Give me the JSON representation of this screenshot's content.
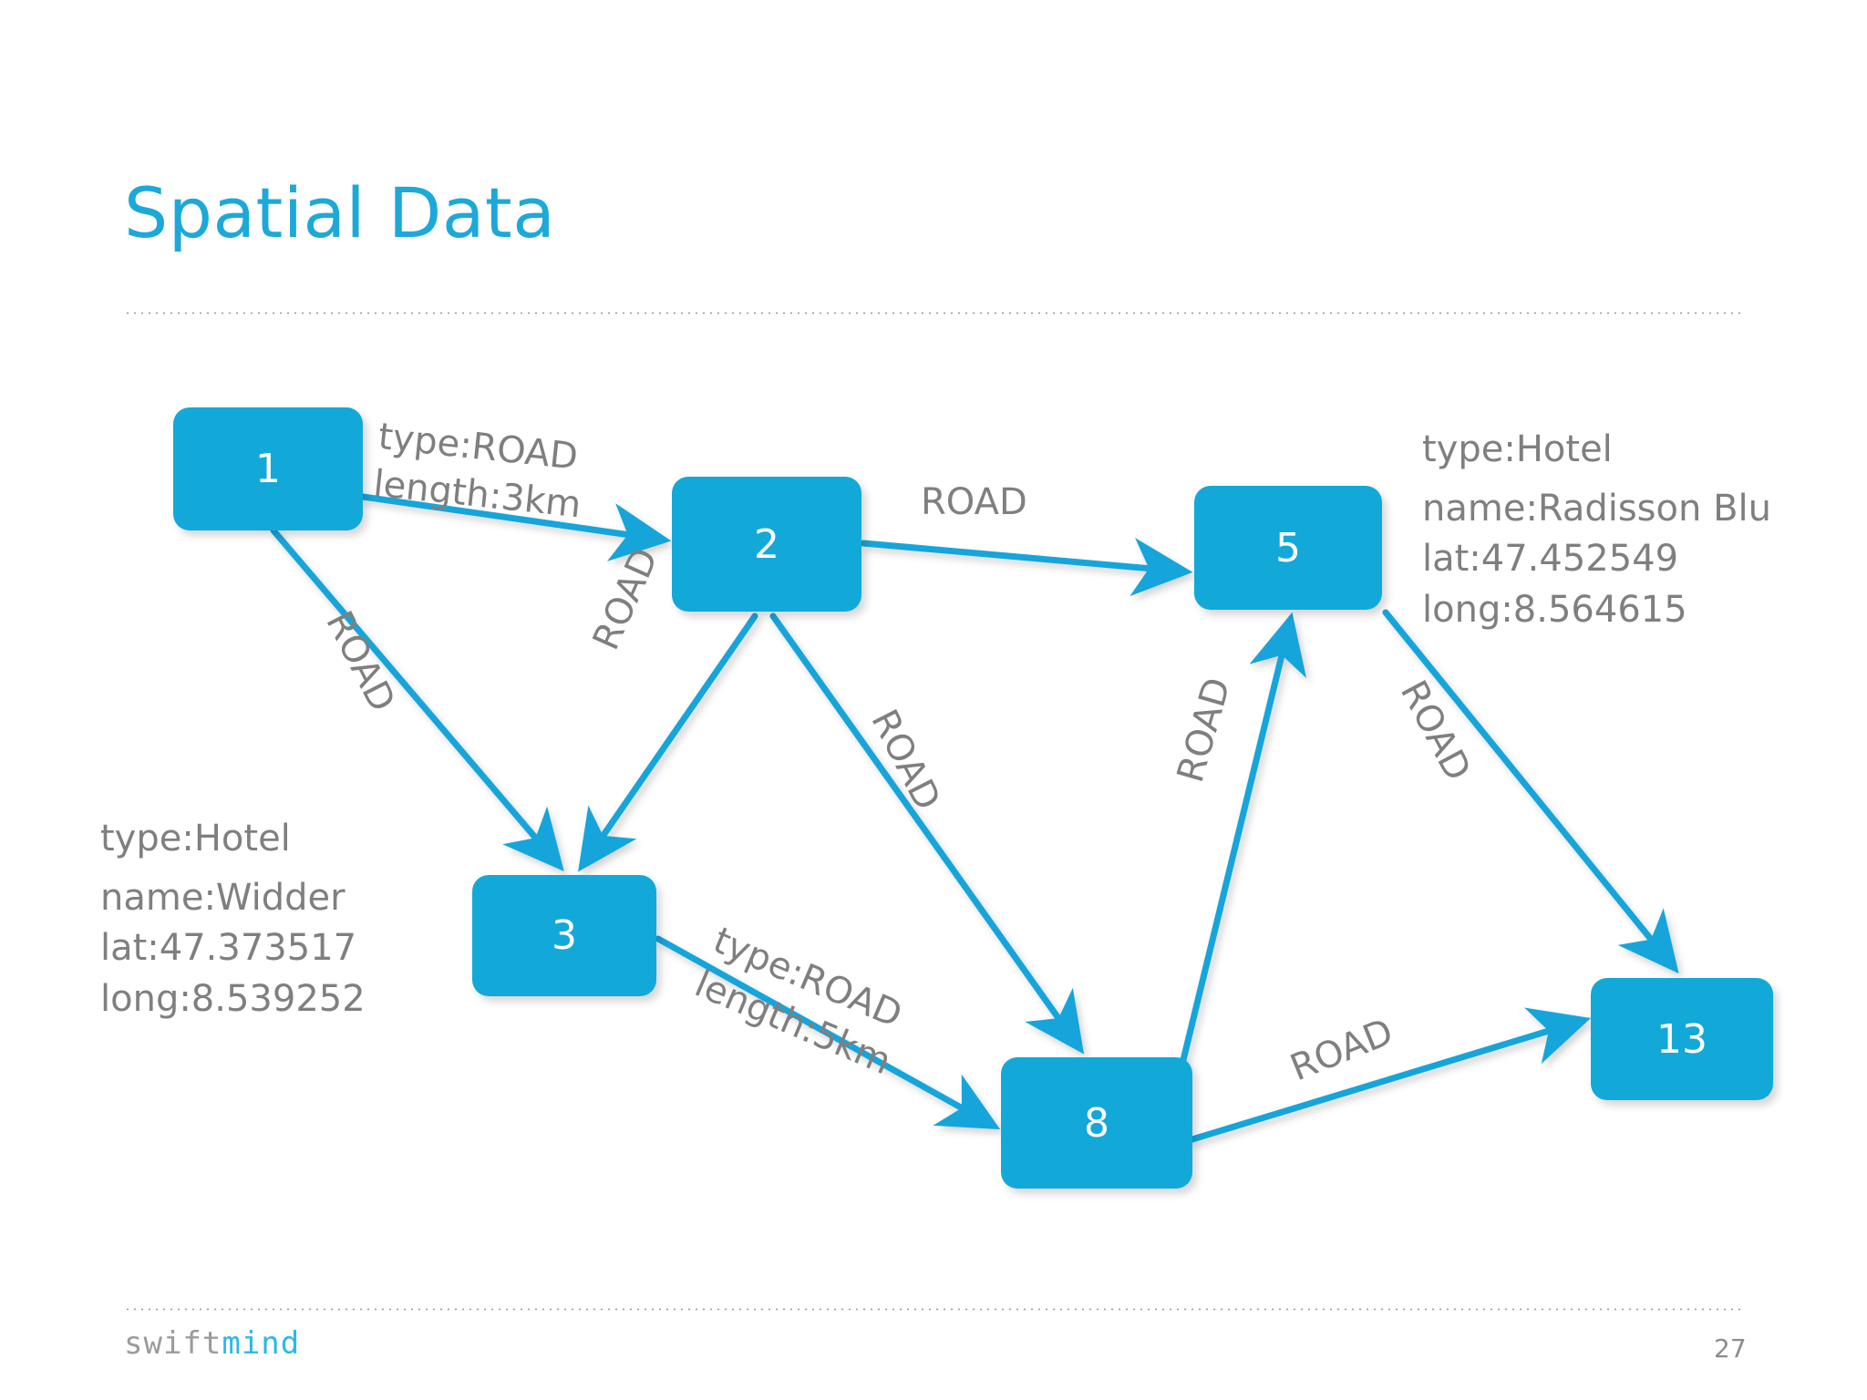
{
  "slide": {
    "title": "Spatial Data",
    "page_number": "27",
    "logo": {
      "part1": "swift",
      "part2": "mind"
    },
    "accent_color": "#1CA9D9",
    "node_color": "#12A9D8",
    "edge_color": "#15A5DA",
    "text_color": "#7f7f7f"
  },
  "graph": {
    "nodes": [
      {
        "id": "1",
        "label": "1"
      },
      {
        "id": "2",
        "label": "2"
      },
      {
        "id": "5",
        "label": "5"
      },
      {
        "id": "3",
        "label": "3"
      },
      {
        "id": "8",
        "label": "8"
      },
      {
        "id": "13",
        "label": "13"
      }
    ],
    "edges": [
      {
        "from": "1",
        "to": "2",
        "lines": [
          "type:ROAD",
          "length:3km"
        ]
      },
      {
        "from": "2",
        "to": "5",
        "lines": [
          "ROAD"
        ]
      },
      {
        "from": "1",
        "to": "3",
        "lines": [
          "ROAD"
        ]
      },
      {
        "from": "2",
        "to": "3",
        "lines": [
          "ROAD"
        ]
      },
      {
        "from": "2",
        "to": "8",
        "lines": [
          "ROAD"
        ]
      },
      {
        "from": "8",
        "to": "5",
        "lines": [
          "ROAD"
        ]
      },
      {
        "from": "5",
        "to": "13",
        "lines": [
          "ROAD"
        ]
      },
      {
        "from": "8",
        "to": "13",
        "lines": [
          "ROAD"
        ]
      },
      {
        "from": "3",
        "to": "8",
        "lines": [
          "type:ROAD",
          "length:5km"
        ]
      }
    ],
    "annotations": [
      {
        "target": "5",
        "lines": [
          "type:Hotel",
          "name:Radisson Blu",
          "lat:47.452549",
          "long:8.564615"
        ]
      },
      {
        "target": "3",
        "lines": [
          "type:Hotel",
          "name:Widder",
          "lat:47.373517",
          "long:8.539252"
        ]
      }
    ]
  }
}
